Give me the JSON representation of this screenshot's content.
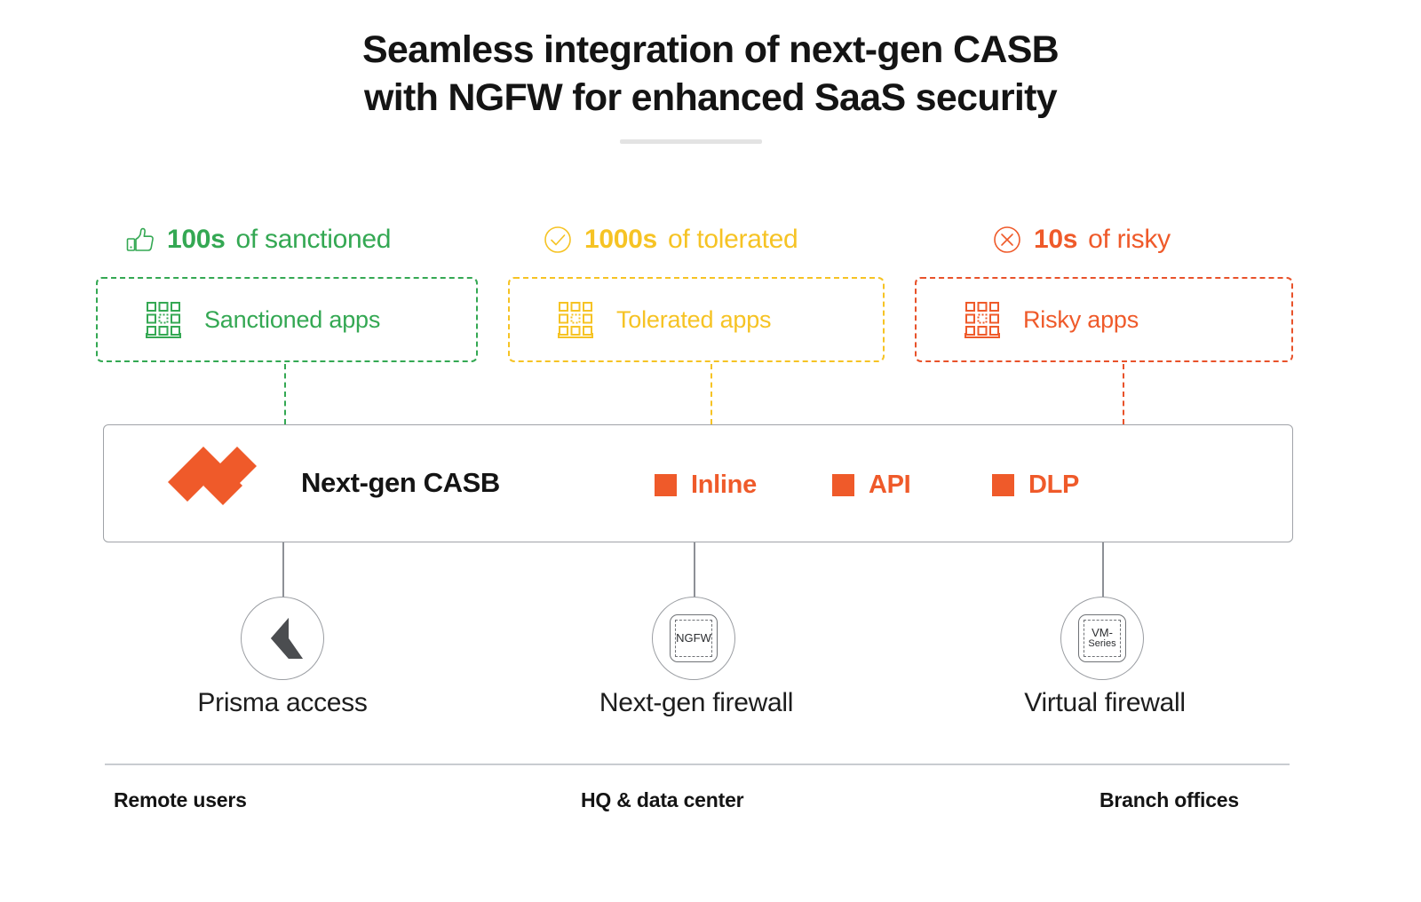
{
  "header": {
    "title_line1": "Seamless integration of next-gen CASB",
    "title_line2": "with NGFW for enhanced SaaS security"
  },
  "colors": {
    "sanctioned": "#34a853",
    "tolerated": "#f6c324",
    "risky": "#ef5a2a",
    "brand_orange": "#ef5a2a",
    "text": "#141414",
    "line_gray": "#9a9da2"
  },
  "categories": [
    {
      "id": "sanctioned",
      "count": "100s",
      "count_suffix": " of sanctioned",
      "icon": "thumbs-up-icon",
      "box_label": "Sanctioned apps",
      "box_icon": "app-grid-icon",
      "color": "#34a853"
    },
    {
      "id": "tolerated",
      "count": "1000s",
      "count_suffix": " of tolerated",
      "icon": "check-circle-icon",
      "box_label": "Tolerated apps",
      "box_icon": "app-grid-icon",
      "color": "#f6c324"
    },
    {
      "id": "risky",
      "count": "10s",
      "count_suffix": " of risky",
      "icon": "x-circle-icon",
      "box_label": "Risky apps",
      "box_icon": "app-grid-icon",
      "color": "#ef5a2a"
    }
  ],
  "casb": {
    "logo": "palo-alto-networks-logo",
    "title": "Next-gen CASB",
    "capabilities": [
      {
        "label": "Inline"
      },
      {
        "label": "API"
      },
      {
        "label": "DLP"
      }
    ]
  },
  "nodes": [
    {
      "id": "prisma",
      "icon": "prisma-access-icon",
      "icon_text_1": "",
      "icon_text_2": "",
      "label": "Prisma access"
    },
    {
      "id": "ngfw",
      "icon": "ngfw-chip-icon",
      "icon_text_1": "NGFW",
      "icon_text_2": "",
      "label": "Next-gen firewall"
    },
    {
      "id": "vm",
      "icon": "vm-series-chip-icon",
      "icon_text_1": "VM-",
      "icon_text_2": "Series",
      "label": "Virtual firewall"
    }
  ],
  "zones": [
    {
      "label": "Remote users"
    },
    {
      "label": "HQ & data center"
    },
    {
      "label": "Branch offices"
    }
  ]
}
